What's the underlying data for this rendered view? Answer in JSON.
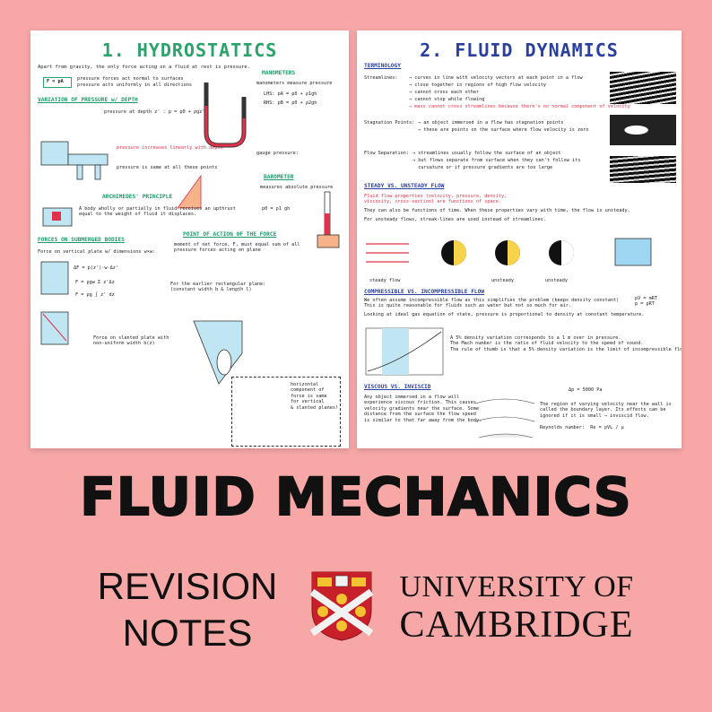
{
  "left_sheet": {
    "title": "1. HYDROSTATICS",
    "intro": "Apart from gravity, the only force acting on a fluid at rest is pressure.",
    "formula_fpa": "F = pA",
    "bullets": [
      "pressure forces act normal to surfaces",
      "pressure acts uniformly in all directions"
    ],
    "headings": {
      "depth": "VARIATION OF PRESSURE w/ DEPTH",
      "manometers": "MANOMETERS",
      "archimedes": "ARCHIMEDES' PRINCIPLE",
      "barometer": "BAROMETER",
      "submerged": "FORCES ON SUBMERGED BODIES",
      "point_action": "POINT OF ACTION OF THE FORCE"
    },
    "depth_text": "pressure at depth z' : p = p0 + ρgz'",
    "depth_note": "pressure increases linearly with depth",
    "same_note": "pressure is same at all these points",
    "manometer_text": "manometers measure pressure",
    "manometer_lhs": "LHS: pA = p0 + ρ1gh",
    "manometer_rhs": "RHS: pB = p0 + ρ2gh",
    "gauge": "gauge pressure:",
    "barometer_text": "measures absolute pressure",
    "barometer_eq": "p0 = ρ1 gh",
    "archimedes_text": "A body wholly or partially in fluid receives an upthrust\nequal to the weight of fluid it displaces.",
    "submerged_text": "Force on vertical plate w/ dimensions w×w:",
    "df_eq": "ΔF = p(z')·w·Δz'",
    "f_sum": "F = ρgw Σ z'Δz",
    "f_int": "F = ρg ∫ z' dz",
    "clanted": "Force on slanted plate with\nnon-uniform width b(z)",
    "point_text": "moment of net force, F, must equal sum of all\npressure forces acting on plane",
    "rect_text": "For the earlier rectangular plane:\n(constant width b & length l)",
    "horizontal_note": "horizontal\ncomponent of\nforce is same\nfor vertical\n& slanted planes!"
  },
  "right_sheet": {
    "title": "2. FLUID DYNAMICS",
    "headings": {
      "terminology": "TERMINOLOGY",
      "steady": "STEADY VS. UNSTEADY FLOW",
      "compressible": "COMPRESSIBLE VS. INCOMPRESSIBLE FLOW",
      "viscous": "VISCOUS VS. INVISCID"
    },
    "streamlines_label": "Streamlines:",
    "streamlines": [
      "→ curves in line with velocity vectors at each point in a flow",
      "→ close together in regions of high flow velocity",
      "→ cannot cross each other",
      "→ cannot stop while flowing",
      "→ mass cannot cross streamlines because there's no normal component of velocity"
    ],
    "stagnation_label": "Stagnation Points:",
    "stagnation": [
      "→ an object immersed in a flow has stagnation points",
      "→ these are points on the surface where flow velocity is zero"
    ],
    "separation_label": "Flow Separation:",
    "separation": [
      "→ streamlines usually follow the surface of an object",
      "→ but flows separate from surface when they can't follow its",
      "  curvature or if pressure gradients are too large"
    ],
    "steady_text": "Fluid flow properties (velocity, pressure, density,\nviscosity, cross-section) are functions of space.",
    "steady_text2": "They can also be functions of time. When these properties vary with time, the flow is unsteady.",
    "steady_text3": "For unsteady flows, streak-lines are used instead of streamlines.",
    "labels": [
      "steady flow",
      "unsteady",
      "unsteady"
    ],
    "compressible_text": "We often assume incompressible flow as this simplifies the problem (keeps density constant)\nThis is quite reasonable for fluids such as water but not so much for air.",
    "compressible_text2": "Looking at ideal gas equation of state, pressure is proportional to density at constant temperature.",
    "gas_eq": "pV = mRT\np = ρRT",
    "mach_text": "A 5% density variation corresponds to a 1 m over in pressure.\nThe Mach number is the ratio of fluid velocity to the speed of sound.\nThe rule of thumb is that a 5% density variation is the limit of incompressible flow.",
    "viscous_text": "Any object immersed in a flow will\nexperience viscous friction. This causes\nvelocity gradients near the surface. Some\ndistance from the surface the flow speed\nis similar to that far away from the body.",
    "boundary_text": "The region of varying velocity near the wall is\ncalled the boundary layer. Its effects can be\nignored if it is small → inviscid flow.",
    "reynolds": "Reynolds number:  Re = ρVL / μ",
    "dp_eq": "Δp = 5000 Pa"
  },
  "main_title": "FLUID MECHANICS",
  "subtitle_line1": "REVISION",
  "subtitle_line2": "NOTES",
  "university_line1": "UNIVERSITY OF",
  "university_line2": "CAMBRIDGE",
  "colors": {
    "background": "#f6a7a6",
    "hydro_green": "#2ca36a",
    "dynamics_blue": "#2b3f9e",
    "highlight_red": "#e0324a",
    "crest_red": "#c8202a",
    "crest_gold": "#f2c230"
  }
}
